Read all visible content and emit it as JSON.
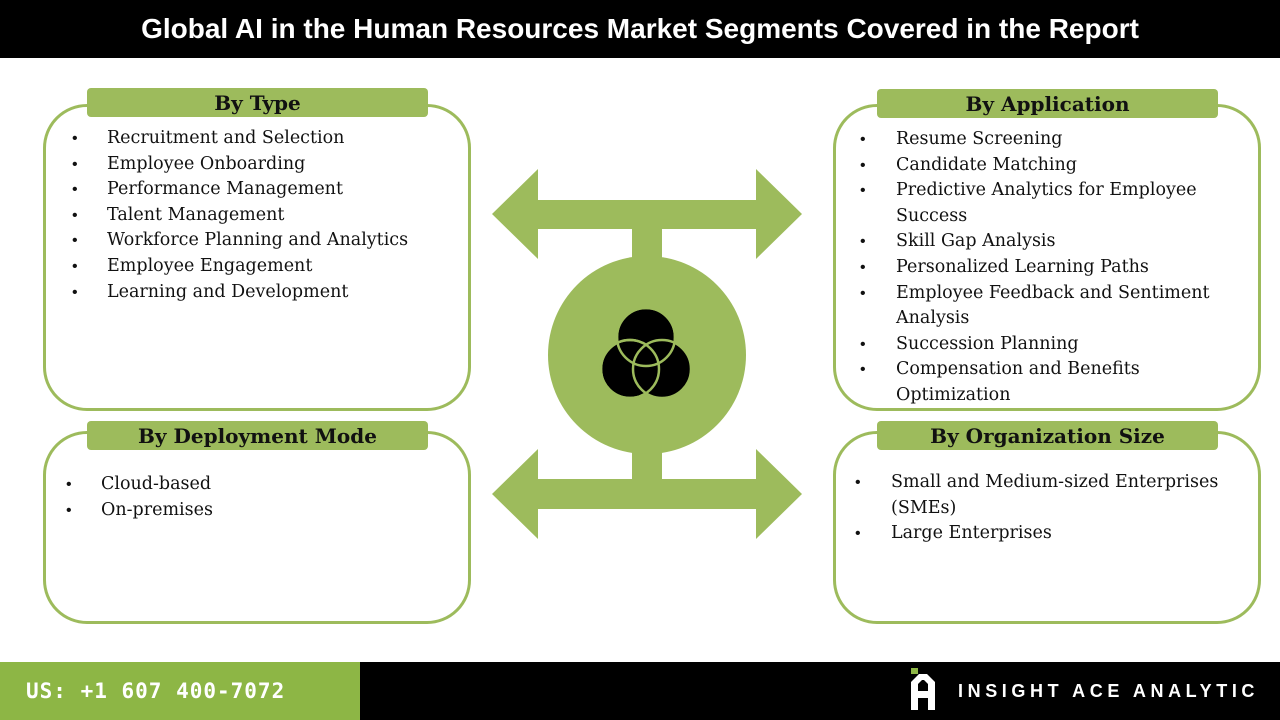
{
  "header": {
    "title": "Global AI in the Human Resources Market Segments Covered in the Report"
  },
  "segments": {
    "type": {
      "title": "By Type",
      "items": [
        "Recruitment and Selection",
        "Employee Onboarding",
        "Performance Management",
        "Talent Management",
        "Workforce Planning and Analytics",
        "Employee Engagement",
        "Learning and Development"
      ]
    },
    "application": {
      "title": "By Application",
      "items": [
        "Resume Screening",
        "Candidate Matching",
        "Predictive Analytics for Employee Success",
        "Skill Gap Analysis",
        "Personalized Learning Paths",
        "Employee Feedback and Sentiment Analysis",
        "Succession Planning",
        "Compensation and Benefits Optimization"
      ]
    },
    "deployment": {
      "title": "By Deployment Mode",
      "items": [
        "Cloud-based",
        "On-premises"
      ]
    },
    "organization": {
      "title": "By Organization Size",
      "items": [
        "Small and Medium-sized Enterprises (SMEs)",
        "Large Enterprises"
      ]
    }
  },
  "center_graphic": {
    "icon": "venn-three-circles-icon",
    "arrows": "double-headed-arrows",
    "accent_color": "#9dbb5c"
  },
  "footer": {
    "phone": "US: +1 607 400-7072",
    "brand": "INSIGHT ACE ANALYTIC",
    "logo_icon": "insightace-logo-icon",
    "left_color": "#8db645",
    "right_color": "#000000"
  }
}
